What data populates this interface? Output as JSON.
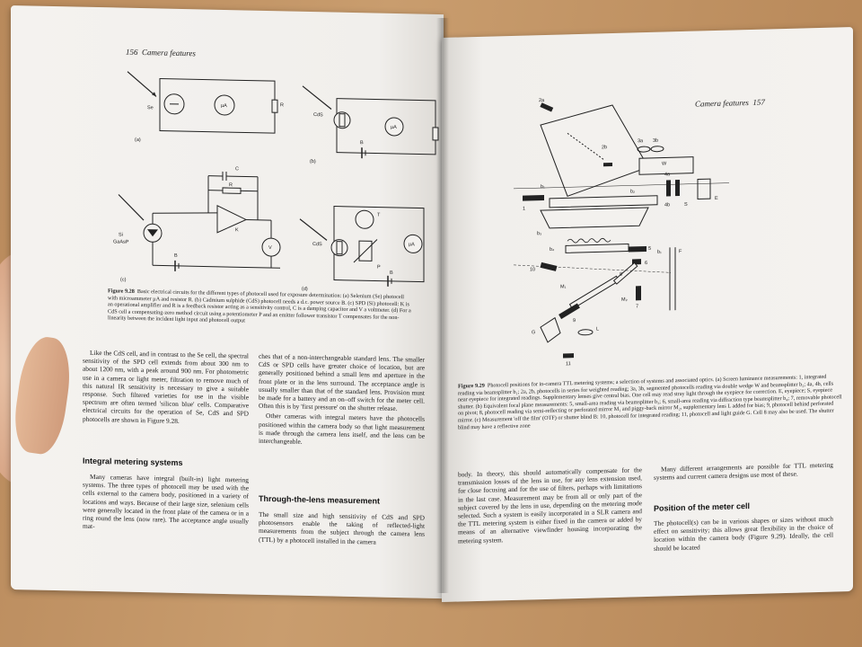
{
  "left_page": {
    "page_number": "156",
    "running_title": "Camera features",
    "figure_labels": {
      "a": "(a)",
      "b": "(b)",
      "c": "(c)",
      "d": "(d)",
      "se": "Se",
      "cds": "CdS",
      "si": "Si",
      "gaasp": "GaAsP",
      "ua": "µA",
      "r": "R",
      "b_batt": "B",
      "k": "K",
      "c_cap": "C",
      "v": "V",
      "t": "T",
      "p": "P"
    },
    "figure_number": "Figure 9.28",
    "figure_caption": "Basic electrical circuits for the different types of photocell used for exposure determination: (a) Selenium (Se) photocell with microammeter µA and resistor R. (b) Cadmium sulphide (CdS) photocell needs a d.c. power source B. (c) SPD (Si) photocell: K is an operational amplifier and R is a feedback resistor acting as a sensitivity control, C is a damping capacitor and V a voltmeter. (d) For a CdS cell a compensating-zero method circuit using a potentiometer P and an emitter follower transistor T compensates for the non-linearity between the incident light input and photocell output",
    "col1_para1": "Like the CdS cell, and in contrast to the Se cell, the spectral sensitivity of the SPD cell extends from about 300 nm to about 1200 nm, with a peak around 900 nm. For photometric use in a camera or light meter, filtration to remove much of this natural IR sensitivity is necessary to give a suitable response. Such filtered varieties for use in the visible spectrum are often termed 'silicon blue' cells. Comparative electrical circuits for the operation of Se, CdS and SPD photocells are shown in Figure 9.28.",
    "col1_heading": "Integral metering systems",
    "col1_para2": "Many cameras have integral (built-in) light metering systems. The three types of photocell may be used with the cells external to the camera body, positioned in a variety of locations and ways. Because of their large size, selenium cells were generally located in the front plate of the camera or in a ring round the lens (now rare). The acceptance angle usually mat-",
    "col2_para1": "ches that of a non-interchangeable standard lens. The smaller CdS or SPD cells have greater choice of location, but are generally positioned behind a small lens and aperture in the front plate or in the lens surround. The acceptance angle is usually smaller than that of the standard lens. Provision must be made for a battery and an on–off switch for the meter cell. Often this is by 'first pressure' on the shutter release.",
    "col2_para2": "Other cameras with integral meters have the photocells positioned within the camera body so that light measurement is made through the camera lens itself, and the lens can be interchangeable.",
    "col2_heading": "Through-the-lens measurement",
    "col2_para3": "The small size and high sensitivity of CdS and SPD photosensors enable the taking of reflected-light measurements from the subject through the camera lens (TTL) by a photocell installed in the camera"
  },
  "right_page": {
    "page_number": "157",
    "running_title": "Camera features",
    "diagram_labels": {
      "l2a": "2a",
      "l2b": "2b",
      "l3a": "3a",
      "l3b": "3b",
      "l4a": "4a",
      "l4b": "4b",
      "w": "W",
      "b1": "b₁",
      "b2": "b₂",
      "b3": "b₃",
      "b4": "b₄",
      "l1": "1",
      "l5": "5",
      "l6": "6",
      "l10": "10",
      "l8": "8",
      "l9": "9",
      "l7": "7",
      "m1": "M₁",
      "m2": "M₂",
      "g": "G",
      "l": "L",
      "l11": "11",
      "s": "S",
      "e": "E",
      "f": "F"
    },
    "figure_number": "Figure 9.29",
    "figure_caption": "Photocell positions for in-camera TTL metering systems; a selection of systems and associated optics. (a) Screen luminance measurements: 1, integrated reading via beamsplitter b₁; 2a, 2b, photocells in series for weighted reading; 3a, 3b, segmented photocells reading via double wedge W and beamsplitter b₂; 4a, 4b, cells near eyepiece for integrated readings. Supplementary lenses give central bias. One cell may read stray light through the eyepiece for correction. E, eyepiece; S, eyepiece shutter. (b) Equivalent focal plane measurements: 5, small-area reading via beamsplitter b₃; 6, small-area reading via diffraction type beamsplitter b₄; 7, removable photocell on pivot; 8, photocell reading via semi-reflecting or perforated mirror M₁ and piggy-back mirror M₂, supplementary lens L added for bias; 9, photocell behind perforated mirror. (c) Measurement 'off the film' (OTF) or shutter blind B: 10, photocell for integrated reading; 11, photocell and light guide G. Cell 8 may also be used. The shutter blind may have a reflective zone",
    "col1_text": "body. In theory, this should automatically compensate for the transmission losses of the lens in use, for any lens extension used, for close focusing and for the use of filters, perhaps with limitations in the last case. Measurement may be from all or only part of the subject covered by the lens in use, depending on the metering mode selected. Such a system is easily incorporated in a SLR camera and the TTL metering system is either fixed in the camera or added by means of an alternative viewfinder housing incorporating the metering system.",
    "col2_para1": "Many different arrangements are possible for TTL metering systems and current camera designs use most of these.",
    "col2_heading": "Position of the meter cell",
    "col2_para2": "The photocell(s) can be in various shapes or sizes without much effect on sensitivity; this allows great flexibility in the choice of location within the camera body (Figure 9.29). Ideally, the cell should be located"
  }
}
